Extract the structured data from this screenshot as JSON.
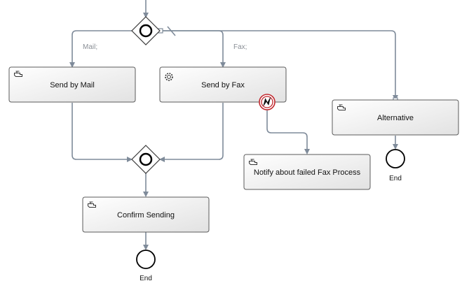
{
  "diagram": {
    "tasks": {
      "send_mail": "Send by Mail",
      "send_fax": "Send by Fax",
      "alternative": "Alternative",
      "notify": "Notify about failed Fax Process",
      "confirm": "Confirm Sending"
    },
    "conditions": {
      "mail": "Mail;",
      "fax": "Fax;"
    },
    "events": {
      "end_left": "End",
      "end_right": "End"
    },
    "icons": {
      "manual_task": "hand-pointer-icon",
      "service_task": "gear-icon",
      "error_event": "lightning-icon"
    },
    "colors": {
      "flow": "#7f8b9a",
      "task_stroke": "#5b5b5b",
      "task_fill_top": "#ffffff",
      "task_fill_bottom": "#e5e5e5",
      "error_red": "#c1272d"
    }
  }
}
